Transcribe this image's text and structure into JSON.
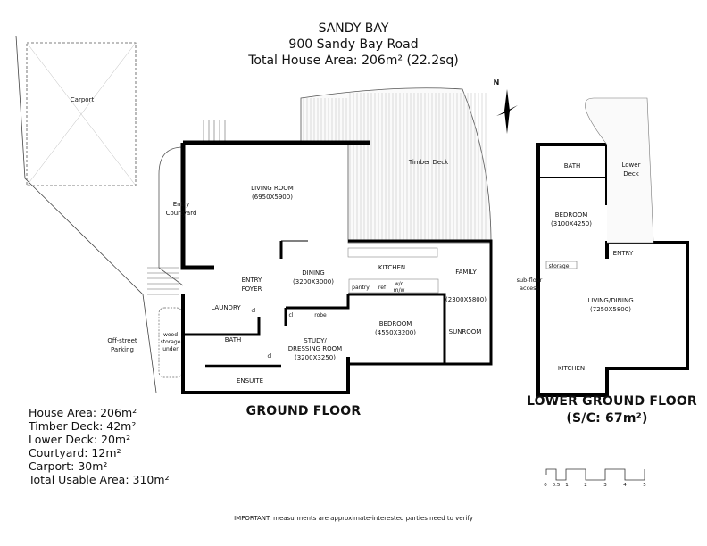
{
  "header": {
    "title": "SANDY BAY",
    "address": "900 Sandy Bay Road",
    "total_area": "Total House Area: 206m² (22.2sq)"
  },
  "outdoor": {
    "carport": "Carport",
    "entry_courtyard_1": "Entry",
    "entry_courtyard_2": "Courtyard",
    "timber_deck": "Timber Deck",
    "offstreet_1": "Off-street",
    "offstreet_2": "Parking",
    "wood_1": "wood",
    "wood_2": "storage",
    "wood_3": "under",
    "north": "N"
  },
  "ground_floor": {
    "title": "GROUND FLOOR",
    "rooms": {
      "living": "LIVING ROOM",
      "living_dim": "(6950X5900)",
      "dining": "DINING",
      "dining_dim": "(3200X3000)",
      "kitchen": "KITCHEN",
      "family": "FAMILY",
      "family_dim": "(2300X5800)",
      "sunroom": "SUNROOM",
      "bedroom": "BEDROOM",
      "bedroom_dim": "(4550X3200)",
      "entry_1": "ENTRY",
      "entry_2": "FOYER",
      "laundry": "LAUNDRY",
      "cl1": "cl",
      "cl2": "cl",
      "cl3": "cl",
      "robe": "robe",
      "pantry": "pantry",
      "ref": "ref",
      "wo_1": "w/o",
      "wo_2": "m/w",
      "bath": "BATH",
      "study_1": "STUDY/",
      "study_2": "DRESSING ROOM",
      "study_dim": "(3200X3250)",
      "ensuite": "ENSUITE"
    }
  },
  "lower_floor": {
    "title": "LOWER GROUND FLOOR",
    "subtitle": "(S/C: 67m²)",
    "rooms": {
      "bath": "BATH",
      "lower_deck_1": "Lower",
      "lower_deck_2": "Deck",
      "bedroom": "BEDROOM",
      "bedroom_dim": "(3100X4250)",
      "entry": "ENTRY",
      "storage": "storage",
      "subfloor_1": "sub-floor",
      "subfloor_2": "access",
      "living": "LIVING/DINING",
      "living_dim": "(7250X5800)",
      "kitchen": "KITCHEN"
    }
  },
  "areas": [
    "House Area: 206m²",
    "Timber Deck: 42m²",
    "Lower Deck: 20m²",
    "Courtyard: 12m²",
    "Carport: 30m²",
    "Total Usable Area: 310m²"
  ],
  "scale": {
    "ticks": [
      "0",
      "0.5",
      "1",
      "2",
      "3",
      "4",
      "5"
    ]
  },
  "note": "IMPORTANT: measurments are approximate-interested parties need to verify"
}
